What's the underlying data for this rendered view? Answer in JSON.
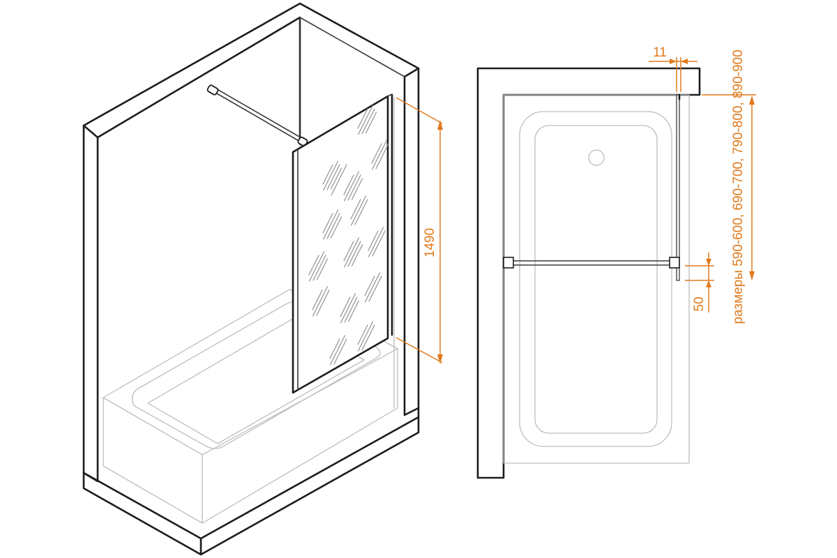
{
  "colors": {
    "outline": "#1c1c1c",
    "fixture": "#bdbdbd",
    "dimension": "#e07a1b"
  },
  "iso_view": {
    "glass_height_label": "1490"
  },
  "plan_view": {
    "profile_offset_label": "11",
    "bar_offset_label": "50",
    "sizes_label": "размеры 590-600, 690-700, 790-800, 890-900"
  }
}
